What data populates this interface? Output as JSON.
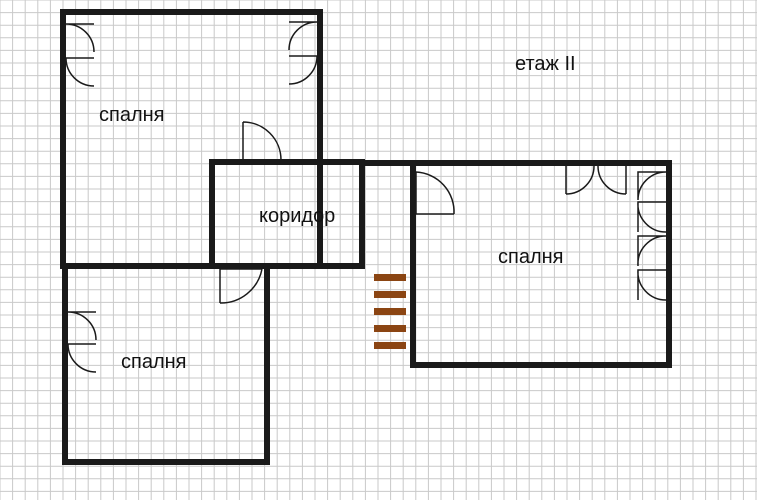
{
  "floor_plan": {
    "floor_label": "етаж II",
    "rooms": [
      {
        "id": "bedroom-top-left",
        "label": "спалня"
      },
      {
        "id": "corridor",
        "label": "коридор"
      },
      {
        "id": "bedroom-right",
        "label": "спалня"
      },
      {
        "id": "bedroom-bottom-left",
        "label": "спалня"
      }
    ]
  },
  "colors": {
    "grid_line": "#c9c9c9",
    "wall": "#1a1a1a",
    "wall_fill": "#8a8a8a",
    "door": "#1a1a1a",
    "stairs": "#8b4513",
    "background": "#ffffff"
  }
}
